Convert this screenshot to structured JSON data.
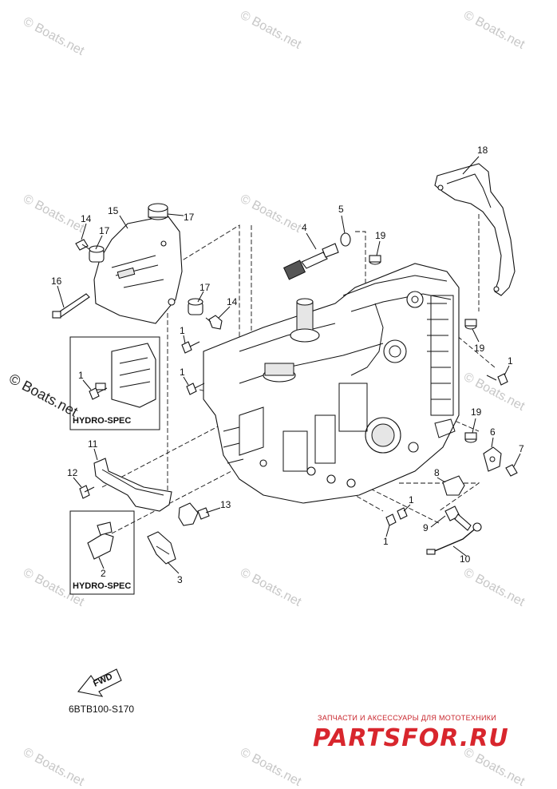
{
  "watermarks": {
    "small": "© Boats.net",
    "large": "© Boats.net"
  },
  "callouts": {
    "c1a": "1",
    "c1b": "1",
    "c1c": "1",
    "c1d": "1",
    "c1e": "1",
    "c1f": "1",
    "c2": "2",
    "c3": "3",
    "c4": "4",
    "c5": "5",
    "c6": "6",
    "c7": "7",
    "c8": "8",
    "c9": "9",
    "c10": "10",
    "c11": "11",
    "c12": "12",
    "c13": "13",
    "c14a": "14",
    "c14b": "14",
    "c15": "15",
    "c16": "16",
    "c17a": "17",
    "c17b": "17",
    "c17c": "17",
    "c18": "18",
    "c19a": "19",
    "c19b": "19",
    "c19c": "19"
  },
  "boxes": {
    "upper_label": "HYDRO-SPEC",
    "lower_label": "HYDRO-SPEC"
  },
  "fwd_label": "FWD",
  "diagram_code": "6BTB100-S170",
  "brand": {
    "tagline": "ЗАПЧАСТИ И АКСЕССУАРЫ ДЛЯ МОТОТЕХНИКИ",
    "name": "PARTSFOR.RU",
    "color": "#d8262d"
  }
}
